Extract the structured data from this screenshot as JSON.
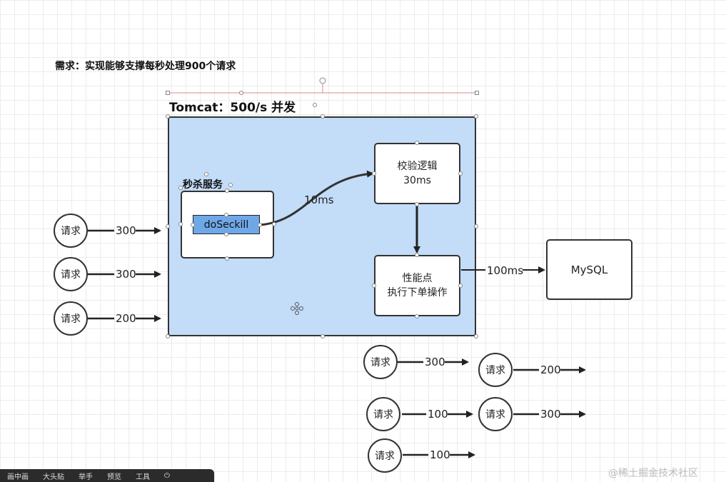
{
  "title": "需求：实现能够支撑每秒处理900个请求",
  "tomcat_label": "Tomcat：500/s 并发",
  "service": {
    "label": "秒杀服务",
    "method": "doSeckill"
  },
  "check_node": {
    "line1": "校验逻辑",
    "line2": "30ms"
  },
  "perf_node": {
    "line1": "性能点",
    "line2": "执行下单操作"
  },
  "mysql_node": "MySQL",
  "edge_labels": {
    "to_check": "10ms",
    "to_mysql": "100ms"
  },
  "left_requests": [
    {
      "label": "请求",
      "value": "300"
    },
    {
      "label": "请求",
      "value": "300"
    },
    {
      "label": "请求",
      "value": "200"
    }
  ],
  "bottom_requests": [
    {
      "label": "请求",
      "value": "300"
    },
    {
      "label": "请求",
      "value": "200"
    },
    {
      "label": "请求",
      "value": "100"
    },
    {
      "label": "请求",
      "value": "300"
    },
    {
      "label": "请求",
      "value": "100"
    }
  ],
  "taskbar": {
    "items": [
      "画中画",
      "大头贴",
      "举手",
      "预览",
      "工具"
    ]
  },
  "watermark": "@稀土掘金技术社区"
}
